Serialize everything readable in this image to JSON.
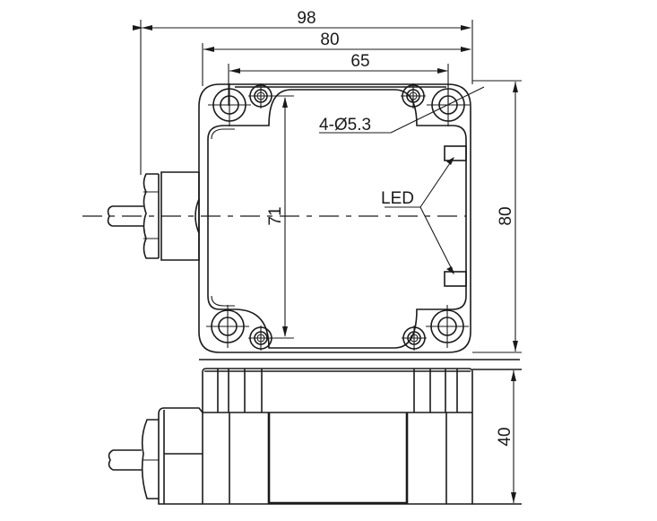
{
  "drawing": {
    "title": "Square proximity sensor dimension drawing",
    "dimensions": {
      "overall_width": "98",
      "body_width": "80",
      "hole_spacing_horizontal": "65",
      "hole_spacing_vertical": "71",
      "body_height": "80",
      "depth": "40"
    },
    "callouts": {
      "mounting_holes": "4-Ø5.3",
      "indicator": "LED"
    },
    "colors": {
      "line": "#1a1a1a",
      "background": "#ffffff"
    }
  }
}
